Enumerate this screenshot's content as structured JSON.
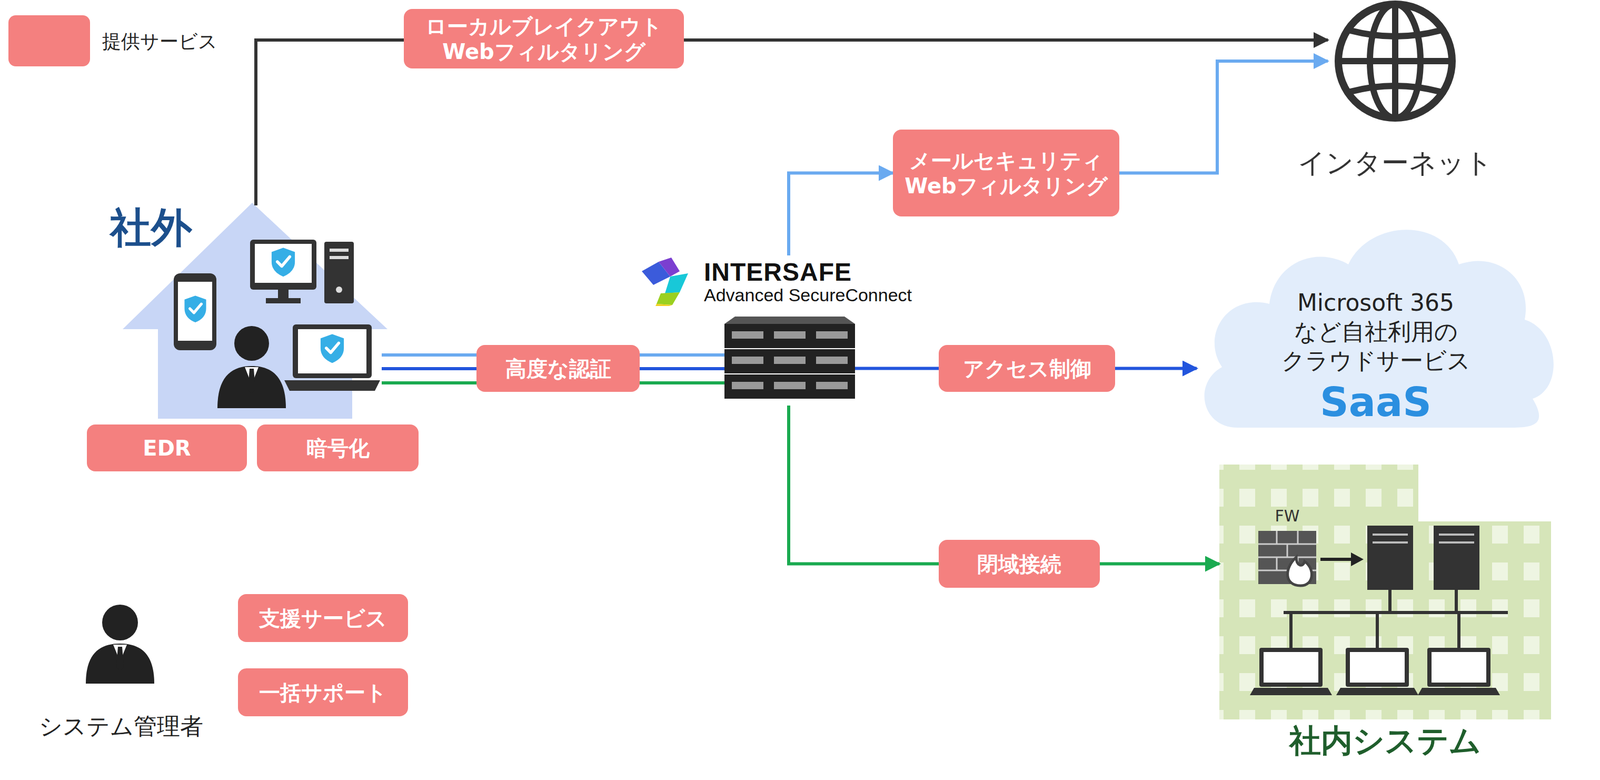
{
  "diagram": {
    "nodes": [
      {
        "text": [
          "ローカルブレイクアウト Webフィルタリング"
        ]
      },
      {
        "text": [
          "インターネット"
        ]
      },
      {
        "text": [
          "社外"
        ]
      },
      {
        "text": [
          "メールセキュリティ Webフィルタリング"
        ]
      },
      {
        "text": [
          "INTERSAFE",
          "Advanced SecureConnect"
        ]
      },
      {
        "text": [
          "高度な認証"
        ]
      },
      {
        "text": [
          "アクセス制御"
        ]
      },
      {
        "text": [
          "Microsoft 365 など自社利用の クラウドサービス",
          "SaaS"
        ]
      },
      {
        "text": [
          "EDR"
        ]
      },
      {
        "text": [
          "暗号化"
        ]
      },
      {
        "text": [
          "閉域接続"
        ]
      },
      {
        "text": [
          "社内システム"
        ]
      },
      {
        "text": [
          "支援サービス"
        ]
      },
      {
        "text": [
          "一括サポート"
        ]
      }
    ],
    "edges": [
      {
        "from": 2,
        "to": 0,
        "arrow": "none"
      },
      {
        "from": 0,
        "to": 1,
        "arrow": "to"
      },
      {
        "from": 2,
        "to": 5,
        "arrow": "none"
      },
      {
        "from": 5,
        "to": 4,
        "arrow": "none"
      },
      {
        "from": 4,
        "to": 3,
        "arrow": "to"
      },
      {
        "from": 3,
        "to": 1,
        "arrow": "to"
      },
      {
        "from": 4,
        "to": 6,
        "arrow": "none"
      },
      {
        "from": 6,
        "to": 7,
        "arrow": "to"
      },
      {
        "from": 4,
        "to": 10,
        "arrow": "none"
      },
      {
        "from": 10,
        "to": 11,
        "arrow": "to"
      }
    ],
    "labels": [
      "FW",
      "システム管理者"
    ],
    "legend": [
      {
        "text": "提供サービス",
        "color": "#f4807f"
      }
    ]
  }
}
